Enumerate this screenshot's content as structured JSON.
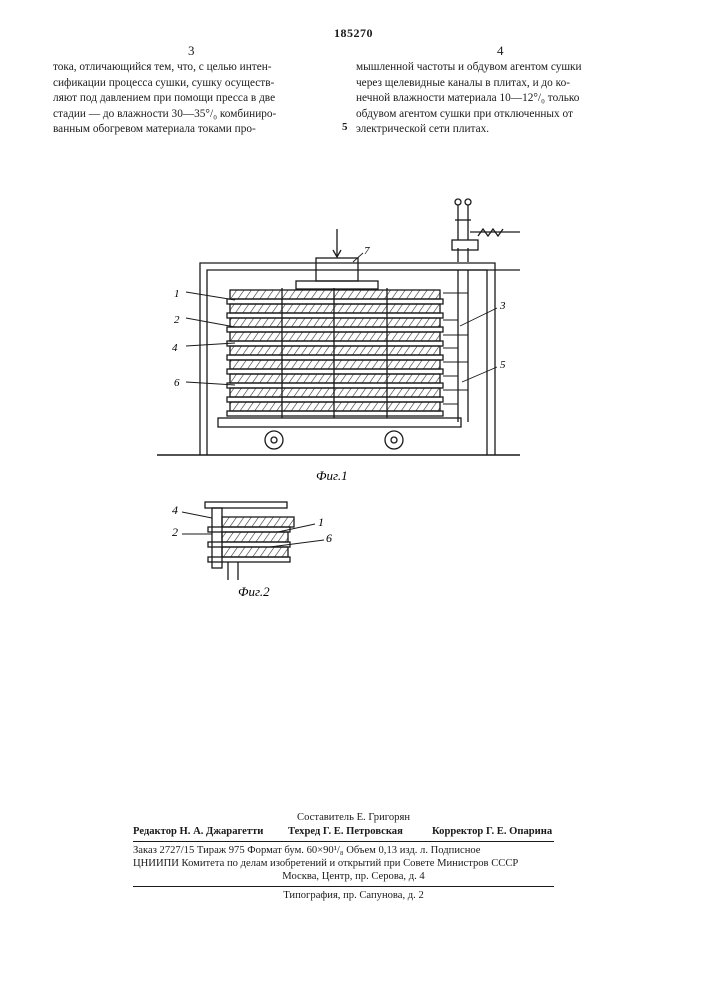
{
  "header": {
    "patent_number": "185270",
    "col_left_number": "3",
    "col_right_number": "4",
    "line_marker": "5"
  },
  "left_column": {
    "lines": [
      "тока, отличающийся тем, что, с целью интен-",
      "сификации процесса сушки, сушку осуществ-",
      "ляют под давлением при помощи пресса в две",
      "стадии — до влажности 30—35°/₀ комбиниро-",
      "ванным обогревом материала токами про-"
    ]
  },
  "right_column": {
    "lines": [
      "мышленной частоты и обдувом агентом сушки",
      "через щелевидные каналы в плитах, и до ко-",
      "нечной влажности материала 10—12°/₀ только",
      "обдувом агентом сушки при отключенных от",
      "электрической сети плитах."
    ]
  },
  "figure1": {
    "caption": "Фиг.1",
    "labels": [
      "1",
      "2",
      "4",
      "6",
      "7",
      "3",
      "5"
    ]
  },
  "figure2": {
    "caption": "Фиг.2",
    "labels": [
      "4",
      "2",
      "1",
      "6"
    ]
  },
  "footer": {
    "compiler": "Составитель Е. Григорян",
    "editor": "Редактор Н. А. Джарагетти",
    "techred": "Техред Г. Е. Петровская",
    "corrector": "Корректор Г. Е. Опарина",
    "order_line": "Заказ 2727/15   Тираж 975   Формат бум. 60×90¹/₈   Объем 0,13 изд. л.   Подписное",
    "institute_line": "ЦНИИПИ Комитета по делам изобретений и открытий при Совете Министров СССР",
    "address_line": "Москва, Центр, пр. Серова, д. 4",
    "typography": "Типография, пр. Сапунова, д. 2"
  }
}
